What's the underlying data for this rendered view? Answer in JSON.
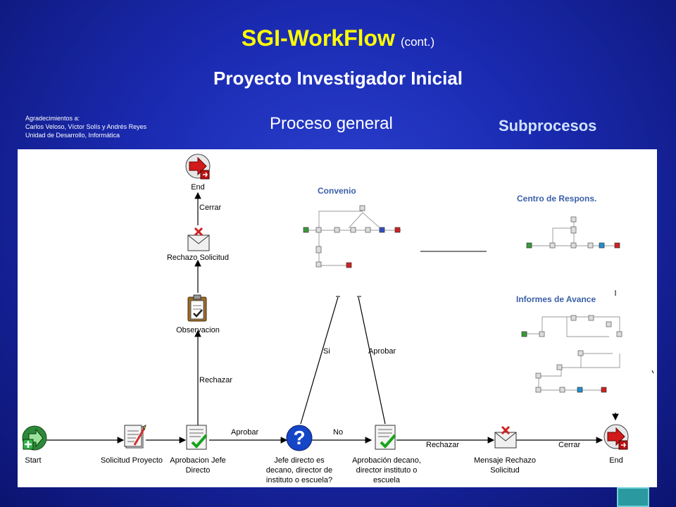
{
  "header": {
    "title": "SGI-WorkFlow",
    "title_suffix": "(cont.)",
    "subtitle": "Proyecto Investigador Inicial",
    "ack_line1": "Agradecimientos a:",
    "ack_line2": "Carlos Veloso, Víctor Solís y Andrés Reyes",
    "ack_line3": "Unidad de Desarrollo, Informática",
    "section_left": "Proceso general",
    "section_right": "Subprocesos"
  },
  "nodes": {
    "start": "Start",
    "solicitud": "Solicitud Proyecto",
    "aprob_jefe_1": "Aprobacion Jefe",
    "aprob_jefe_2": "Directo",
    "jefe_q_1": "Jefe directo es",
    "jefe_q_2": "decano, director de",
    "jefe_q_3": "instituto o escuela?",
    "aprob_decano_1": "Aprobación decano,",
    "aprob_decano_2": "director instituto o",
    "aprob_decano_3": "escuela",
    "mensaje_1": "Mensaje Rechazo",
    "mensaje_2": "Solicitud",
    "end_bottom": "End",
    "observacion": "Observacion",
    "rechazo_solicitud": "Rechazo Solicitud",
    "end_top": "End"
  },
  "edges": {
    "aprobar_1": "Aprobar",
    "no": "No",
    "rechazar_bottom": "Rechazar",
    "cerrar_bottom": "Cerrar",
    "rechazar_vertical": "Rechazar",
    "cerrar_top": "Cerrar",
    "si": "Si",
    "aprobar_2": "Aprobar"
  },
  "subprocesses": {
    "convenio": "Convenio",
    "centro": "Centro de Respons.",
    "informes": "Informes de Avance"
  },
  "icons": {
    "start": "start-icon",
    "end": "end-icon",
    "form": "form-icon",
    "approval": "approval-doc-icon",
    "question": "question-icon",
    "reject_mail": "reject-mail-icon",
    "clipboard": "clipboard-icon"
  },
  "colors": {
    "title": "#ffff00",
    "background": "#1a2ab0",
    "subprocess_label": "#3a5fa8"
  }
}
